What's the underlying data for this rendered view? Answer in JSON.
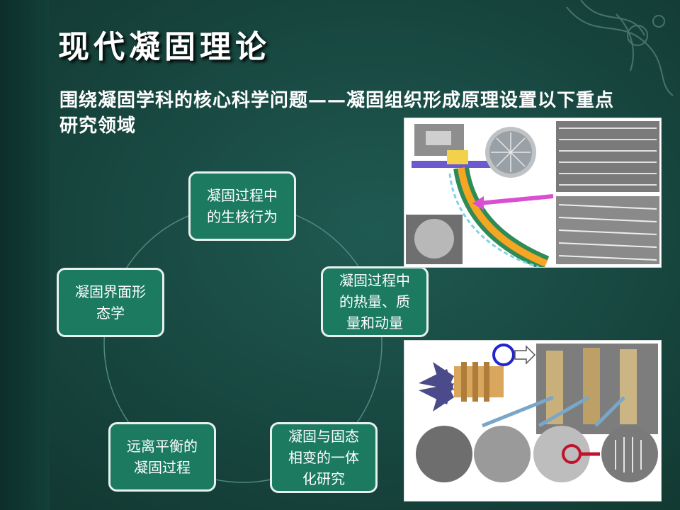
{
  "slide": {
    "title": "现代凝固理论",
    "subtitle": "围绕凝固学科的核心科学问题——凝固组织形成原理设置以下重点研究领域"
  },
  "cycle": {
    "nodes": [
      "凝固过程中\n的生核行为",
      "凝固过程中\n的热量、质\n量和动量",
      "凝固与固态\n相变的一体\n化研究",
      "远离平衡的\n凝固过程",
      "凝固界面形\n态学"
    ]
  },
  "colors": {
    "node_fill": "#1b7a60",
    "node_border": "#e9f1ef",
    "background": "#17463f"
  }
}
